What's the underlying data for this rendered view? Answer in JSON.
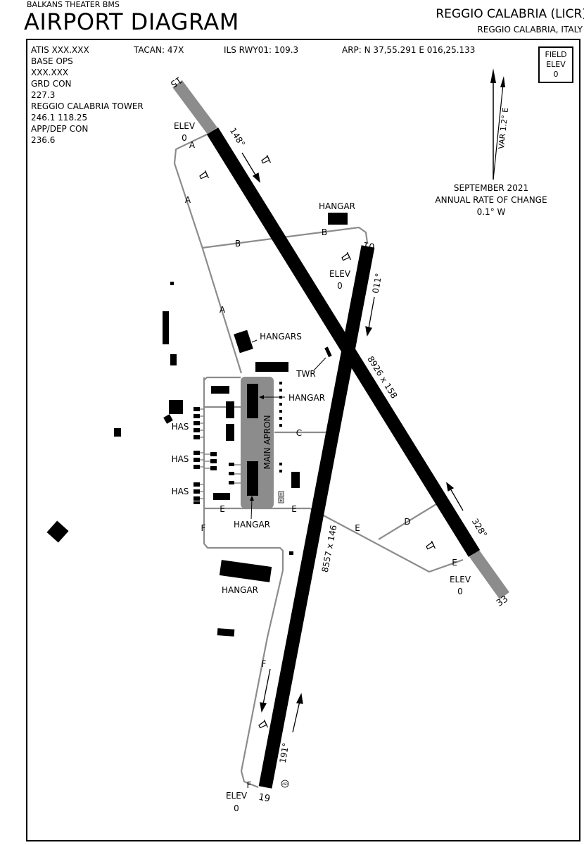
{
  "header": {
    "theater": "BALKANS THEATER BMS",
    "title": "AIRPORT DIAGRAM",
    "airport_name": "REGGIO CALABRIA (LICR)",
    "location": "REGGIO CALABRIA, ITALY"
  },
  "frequencies": {
    "atis": "ATIS   XXX.XXX",
    "base_ops_label": "BASE OPS",
    "base_ops_value": "XXX.XXX",
    "grd_con_label": "GRD CON",
    "grd_con_value": "227.3",
    "tower_label": "REGGIO CALABRIA TOWER",
    "tower_value": "246.1   118.25",
    "appdep_label": "APP/DEP CON",
    "appdep_value": "236.6"
  },
  "nav": {
    "tacan": "TACAN: 47X",
    "ils": "ILS RWY01: 109.3",
    "arp": "ARP: N 37,55.291  E 016,25.133"
  },
  "field_elev": {
    "line1": "FIELD",
    "line2": "ELEV",
    "value": "0"
  },
  "magnetic": {
    "variation": "VAR 1.2° E",
    "date": "SEPTEMBER 2021",
    "rate_label": "ANNUAL RATE OF CHANGE",
    "rate_value": "0.1° W"
  },
  "runways": {
    "r15_33": {
      "end_a": "15",
      "end_b": "33",
      "heading_a": "148°",
      "heading_b": "328°",
      "dims": "8926 x 158"
    },
    "r01_19": {
      "end_a": "01",
      "end_b": "19",
      "heading_a": "011°",
      "heading_b": "191°",
      "dims": "8557 x 146"
    }
  },
  "elevations": {
    "label": "ELEV",
    "value": "0"
  },
  "taxiways": {
    "a": "A",
    "b": "B",
    "c": "C",
    "d": "D",
    "e": "E",
    "f": "F"
  },
  "labels": {
    "hangar": "HANGAR",
    "hangars": "HANGARS",
    "twr": "TWR",
    "has": "HAS",
    "main_apron": "MAIN APRON",
    "hold_marker": "H",
    "asr": "ASR"
  },
  "colors": {
    "runway": "#000000",
    "overrun": "#8c8c8c",
    "apron": "#8c8c8c",
    "taxiway": "#8c8c8c",
    "building": "#000000"
  }
}
